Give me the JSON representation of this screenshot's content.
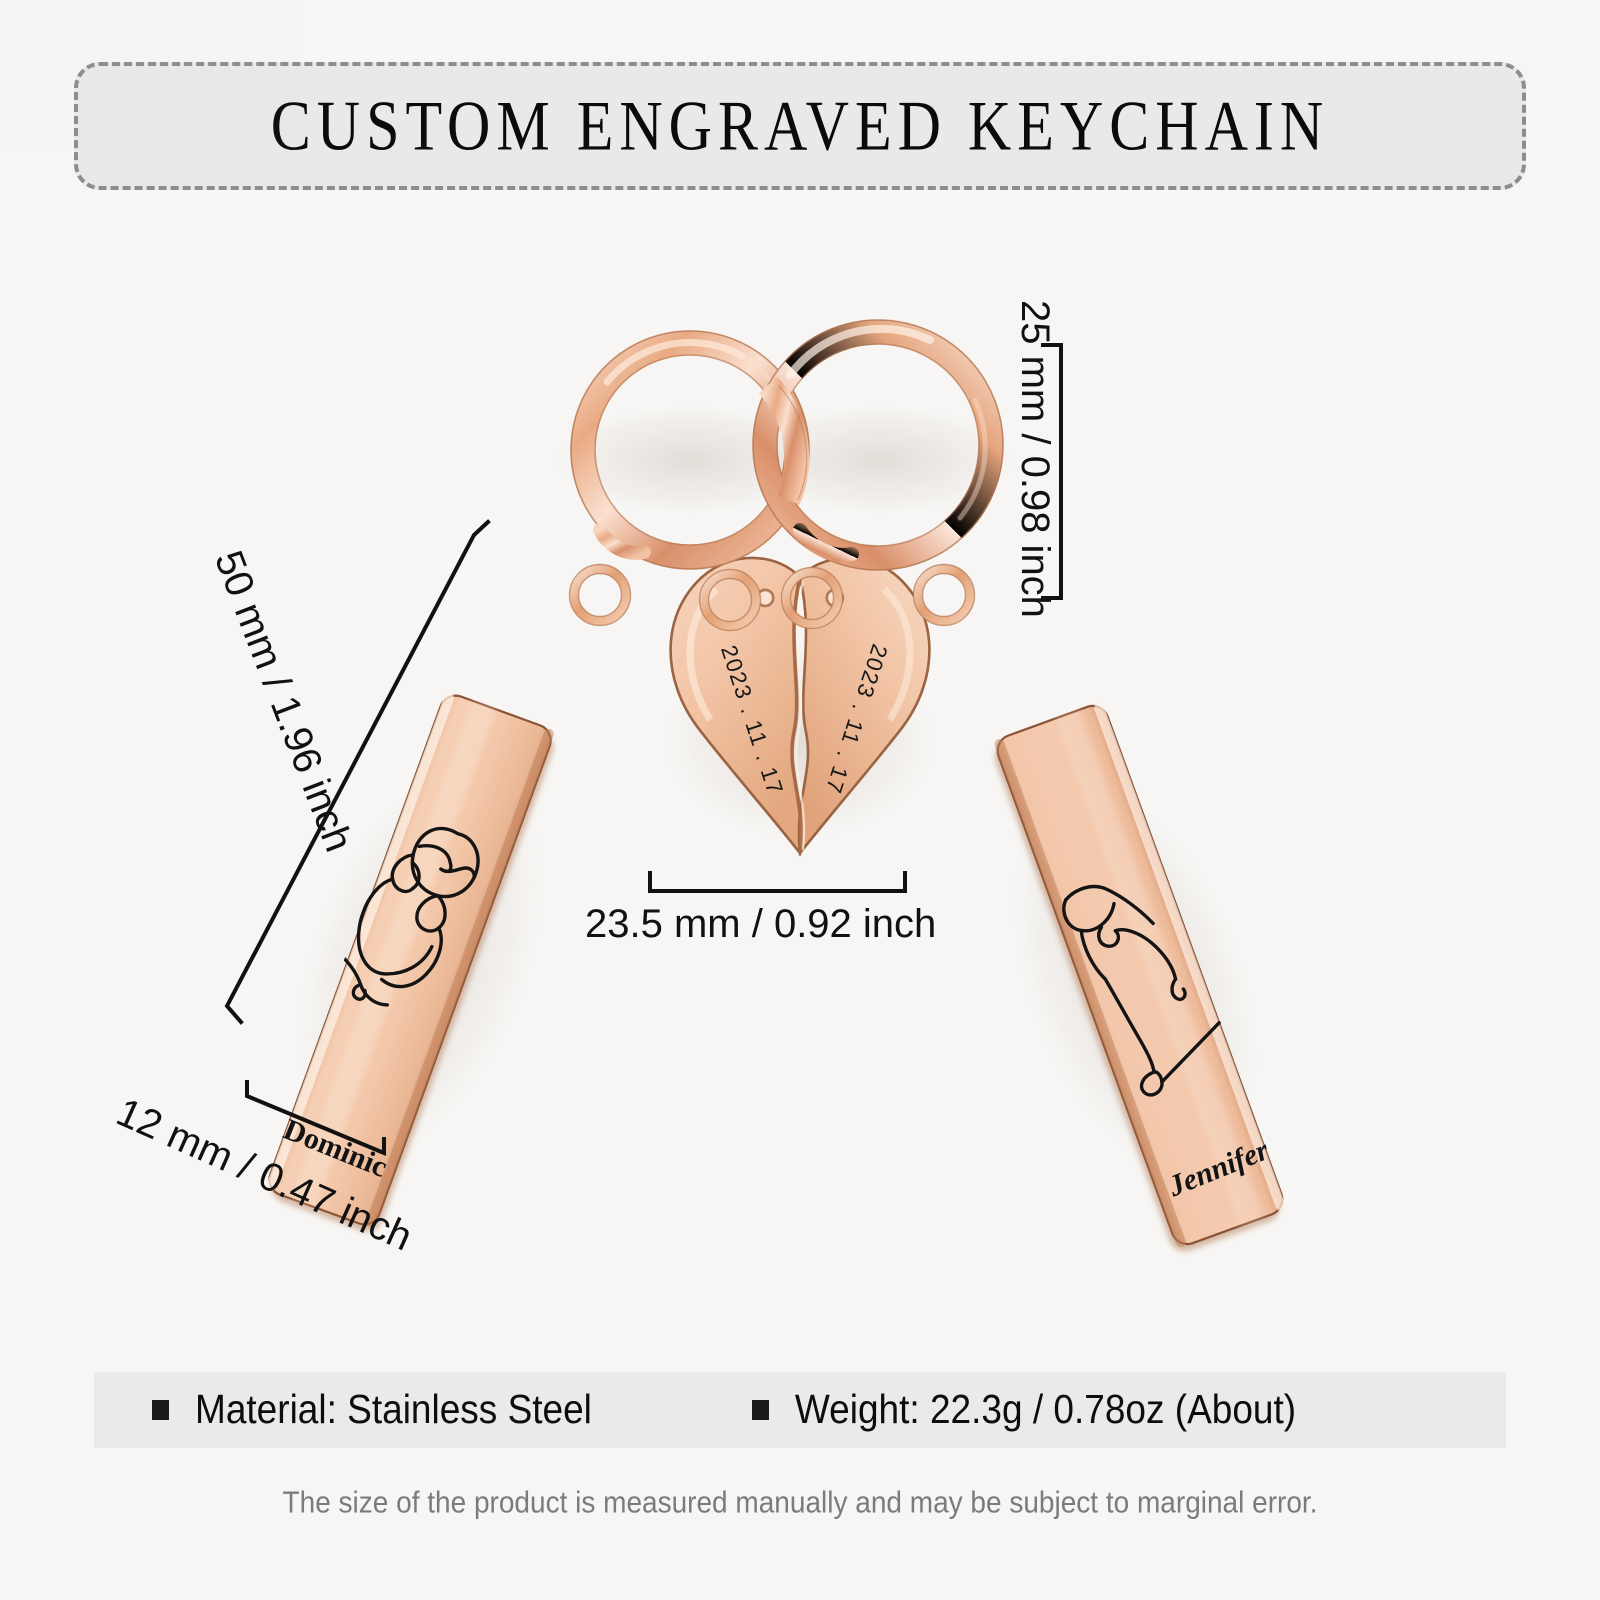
{
  "header": {
    "title": "CUSTOM ENGRAVED KEYCHAIN"
  },
  "dimensions": {
    "ring_diameter": "25 mm / 0.98 inch",
    "bar_length": "50 mm / 1.96 inch",
    "bar_width": "12 mm / 0.47 inch",
    "heart_width": "23.5 mm / 0.92 inch"
  },
  "engravings": {
    "left_bar_name": "Dominic",
    "right_bar_name": "Jennifer",
    "heart_left_date": "2023 . 11 . 17",
    "heart_right_date": "2023 . 11 . 17"
  },
  "footer": {
    "material": "Material: Stainless Steel",
    "weight": "Weight: 22.3g / 0.78oz (About)",
    "disclaimer": "The size of the product is measured manually and may be subject to marginal error."
  },
  "colors": {
    "background": "#f7f6f4",
    "title_box_fill": "#e9e9e9",
    "title_box_border": "#8d8d8d",
    "rose_gold_light": "#f6d3bb",
    "rose_gold_mid": "#edb693",
    "rose_gold_dark": "#c98c68",
    "engraving": "#151515",
    "footer_fill": "#eaeaea",
    "disclaimer_text": "#7b7b7b"
  }
}
